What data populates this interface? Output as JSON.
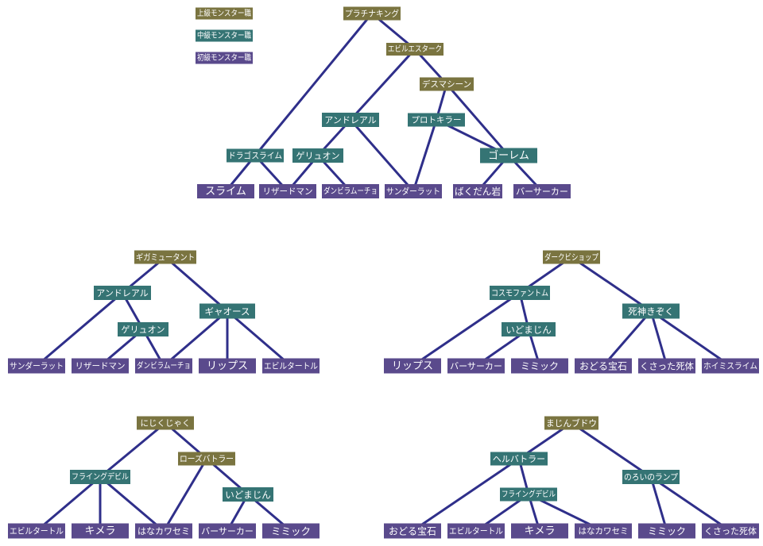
{
  "colors": {
    "upper": "#7a7440",
    "middle": "#357474",
    "lower": "#5a4a8c",
    "edge": "#2f2f8a",
    "text": "#ffffff"
  },
  "legend": [
    {
      "label": "上級モンスター職",
      "tier": "upper"
    },
    {
      "label": "中級モンスター職",
      "tier": "middle"
    },
    {
      "label": "初級モンスター職",
      "tier": "lower"
    }
  ],
  "trees": [
    {
      "nodes": [
        {
          "label": "プラチナキング",
          "tier": "upper"
        },
        {
          "label": "エビルエスターク",
          "tier": "upper"
        },
        {
          "label": "デスマシーン",
          "tier": "upper"
        },
        {
          "label": "アンドレアル",
          "tier": "middle"
        },
        {
          "label": "プロトキラー",
          "tier": "middle"
        },
        {
          "label": "ドラゴスライム",
          "tier": "middle"
        },
        {
          "label": "ゲリュオン",
          "tier": "middle"
        },
        {
          "label": "ゴーレム",
          "tier": "middle"
        },
        {
          "label": "スライム",
          "tier": "lower"
        },
        {
          "label": "リザードマン",
          "tier": "lower"
        },
        {
          "label": "ダンビラムーチョ",
          "tier": "lower"
        },
        {
          "label": "サンダーラット",
          "tier": "lower"
        },
        {
          "label": "ばくだん岩",
          "tier": "lower"
        },
        {
          "label": "バーサーカー",
          "tier": "lower"
        }
      ],
      "edges": [
        [
          0,
          1
        ],
        [
          0,
          5
        ],
        [
          1,
          2
        ],
        [
          1,
          3
        ],
        [
          2,
          4
        ],
        [
          2,
          7
        ],
        [
          3,
          6
        ],
        [
          3,
          11
        ],
        [
          4,
          7
        ],
        [
          4,
          11
        ],
        [
          5,
          8
        ],
        [
          5,
          9
        ],
        [
          6,
          9
        ],
        [
          6,
          10
        ],
        [
          7,
          12
        ],
        [
          7,
          13
        ]
      ]
    },
    {
      "nodes": [
        {
          "label": "ギガミュータント",
          "tier": "upper"
        },
        {
          "label": "アンドレアル",
          "tier": "middle"
        },
        {
          "label": "ギャオース",
          "tier": "middle"
        },
        {
          "label": "ゲリュオン",
          "tier": "middle"
        },
        {
          "label": "サンダーラット",
          "tier": "lower"
        },
        {
          "label": "リザードマン",
          "tier": "lower"
        },
        {
          "label": "ダンビラムーチョ",
          "tier": "lower"
        },
        {
          "label": "リップス",
          "tier": "lower"
        },
        {
          "label": "エビルタートル",
          "tier": "lower"
        }
      ],
      "edges": [
        [
          0,
          1
        ],
        [
          0,
          2
        ],
        [
          1,
          3
        ],
        [
          1,
          4
        ],
        [
          2,
          6
        ],
        [
          2,
          7
        ],
        [
          2,
          8
        ],
        [
          3,
          5
        ],
        [
          3,
          6
        ]
      ]
    },
    {
      "nodes": [
        {
          "label": "ダークビショップ",
          "tier": "upper"
        },
        {
          "label": "コスモファントム",
          "tier": "middle"
        },
        {
          "label": "死神きぞく",
          "tier": "middle"
        },
        {
          "label": "いどまじん",
          "tier": "middle"
        },
        {
          "label": "リップス",
          "tier": "lower"
        },
        {
          "label": "バーサーカー",
          "tier": "lower"
        },
        {
          "label": "ミミック",
          "tier": "lower"
        },
        {
          "label": "おどる宝石",
          "tier": "lower"
        },
        {
          "label": "くさった死体",
          "tier": "lower"
        },
        {
          "label": "ホイミスライム",
          "tier": "lower"
        }
      ],
      "edges": [
        [
          0,
          1
        ],
        [
          0,
          2
        ],
        [
          1,
          3
        ],
        [
          1,
          4
        ],
        [
          2,
          7
        ],
        [
          2,
          8
        ],
        [
          2,
          9
        ],
        [
          3,
          5
        ],
        [
          3,
          6
        ]
      ]
    },
    {
      "nodes": [
        {
          "label": "にじくじゃく",
          "tier": "upper"
        },
        {
          "label": "ローズバトラー",
          "tier": "upper"
        },
        {
          "label": "フライングデビル",
          "tier": "middle"
        },
        {
          "label": "いどまじん",
          "tier": "middle"
        },
        {
          "label": "エビルタートル",
          "tier": "lower"
        },
        {
          "label": "キメラ",
          "tier": "lower"
        },
        {
          "label": "はなカワセミ",
          "tier": "lower"
        },
        {
          "label": "バーサーカー",
          "tier": "lower"
        },
        {
          "label": "ミミック",
          "tier": "lower"
        }
      ],
      "edges": [
        [
          0,
          1
        ],
        [
          0,
          2
        ],
        [
          1,
          3
        ],
        [
          1,
          6
        ],
        [
          2,
          4
        ],
        [
          2,
          5
        ],
        [
          2,
          6
        ],
        [
          3,
          7
        ],
        [
          3,
          8
        ]
      ]
    },
    {
      "nodes": [
        {
          "label": "まじんブドウ",
          "tier": "upper"
        },
        {
          "label": "ヘルバトラー",
          "tier": "middle"
        },
        {
          "label": "のろいのランプ",
          "tier": "middle"
        },
        {
          "label": "フライングデビル",
          "tier": "middle"
        },
        {
          "label": "おどる宝石",
          "tier": "lower"
        },
        {
          "label": "エビルタートル",
          "tier": "lower"
        },
        {
          "label": "キメラ",
          "tier": "lower"
        },
        {
          "label": "はなカワセミ",
          "tier": "lower"
        },
        {
          "label": "ミミック",
          "tier": "lower"
        },
        {
          "label": "くさった死体",
          "tier": "lower"
        }
      ],
      "edges": [
        [
          0,
          1
        ],
        [
          0,
          2
        ],
        [
          1,
          3
        ],
        [
          1,
          4
        ],
        [
          2,
          8
        ],
        [
          2,
          9
        ],
        [
          3,
          5
        ],
        [
          3,
          6
        ],
        [
          3,
          7
        ]
      ]
    }
  ]
}
